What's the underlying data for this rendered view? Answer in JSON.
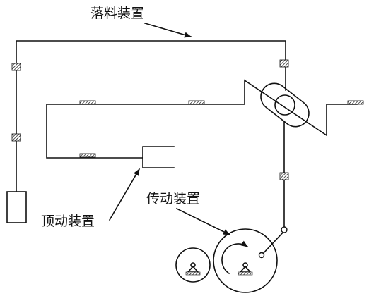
{
  "labels": {
    "falling_device": "落料装置",
    "ejector_device": "顶动装置",
    "transmission_device": "传动装置"
  },
  "colors": {
    "line": "#111111",
    "background": "#ffffff"
  }
}
